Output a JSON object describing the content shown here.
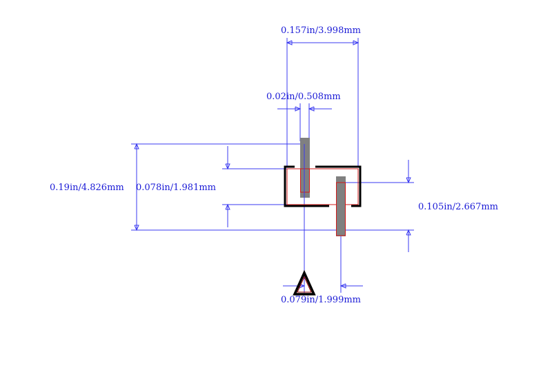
{
  "diagram": {
    "labels": {
      "top_width": "0.157in/3.998mm",
      "pin_width": "0.02in/0.508mm",
      "total_height": "0.19in/4.826mm",
      "body_height": "0.078in/1.981mm",
      "right_height": "0.105in/2.667mm",
      "pin_pitch": "0.079in/1.999mm"
    },
    "colors": {
      "dimension": "#3a3af0",
      "label": "#1a1ad6",
      "outline": "#000000",
      "pad": "#808080",
      "pin_edge": "#d01818",
      "pin1_marker": "#8b0000"
    }
  }
}
